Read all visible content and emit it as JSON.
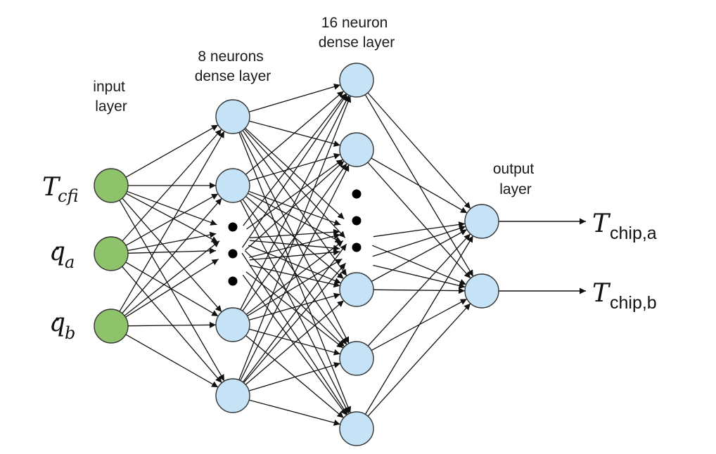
{
  "diagram": {
    "layers": [
      {
        "id": "input",
        "title_lines": [
          "input",
          "layer"
        ],
        "neurons": 3,
        "color": "#8fc36b"
      },
      {
        "id": "dense1",
        "title_lines": [
          "8 neurons",
          "dense layer"
        ],
        "neurons": 4,
        "ellipsis": true,
        "color": "#c6e2f6"
      },
      {
        "id": "dense2",
        "title_lines": [
          "16 neuron",
          "dense layer"
        ],
        "neurons": 5,
        "ellipsis": true,
        "color": "#c6e2f6"
      },
      {
        "id": "output",
        "title_lines": [
          "output",
          "layer"
        ],
        "neurons": 2,
        "color": "#c6e2f6"
      }
    ],
    "inputs": [
      {
        "symbol": "T",
        "subscript": "cfi",
        "dot": false
      },
      {
        "symbol": "q",
        "subscript": "a",
        "dot": true
      },
      {
        "symbol": "q",
        "subscript": "b",
        "dot": true
      }
    ],
    "outputs": [
      {
        "symbol": "T",
        "subscript": "chip,a"
      },
      {
        "symbol": "T",
        "subscript": "chip,b"
      }
    ]
  }
}
